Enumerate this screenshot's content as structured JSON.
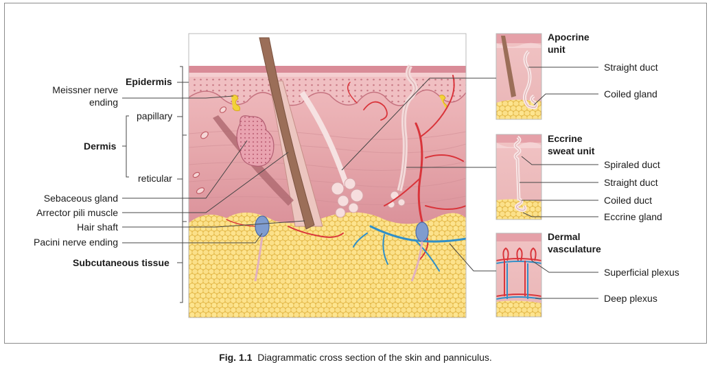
{
  "caption": {
    "fig": "Fig. 1.1",
    "text": "Diagrammatic cross section of the skin and panniculus."
  },
  "left_labels": {
    "epidermis": "Epidermis",
    "meissner_line1": "Meissner nerve",
    "meissner_line2": "ending",
    "papillary": "papillary",
    "dermis": "Dermis",
    "reticular": "reticular",
    "sebaceous": "Sebaceous gland",
    "arrector": "Arrector pili muscle",
    "hair_shaft": "Hair shaft",
    "pacini": "Pacini nerve ending",
    "subcutaneous": "Subcutaneous tissue"
  },
  "panels": {
    "apocrine": {
      "title_line1": "Apocrine",
      "title_line2": "unit",
      "labels": [
        "Straight duct",
        "Coiled gland"
      ]
    },
    "eccrine": {
      "title_line1": "Eccrine",
      "title_line2": "sweat unit",
      "labels": [
        "Spiraled duct",
        "Straight duct",
        "Coiled duct",
        "Eccrine gland"
      ]
    },
    "vascular": {
      "title_line1": "Dermal",
      "title_line2": "vasculature",
      "labels": [
        "Superficial plexus",
        "Deep plexus"
      ]
    }
  },
  "colors": {
    "epidermis": "#f2c4c6",
    "dermis_papillary": "#eab0b2",
    "dermis_reticular": "#dc9aa0",
    "fat": "#f8dc7a",
    "fat_cell_edge": "#e8bb44",
    "vessel_red": "#d9343a",
    "vessel_blue": "#2f8fc9",
    "hair": "#9b6e58",
    "leader": "#444444"
  }
}
